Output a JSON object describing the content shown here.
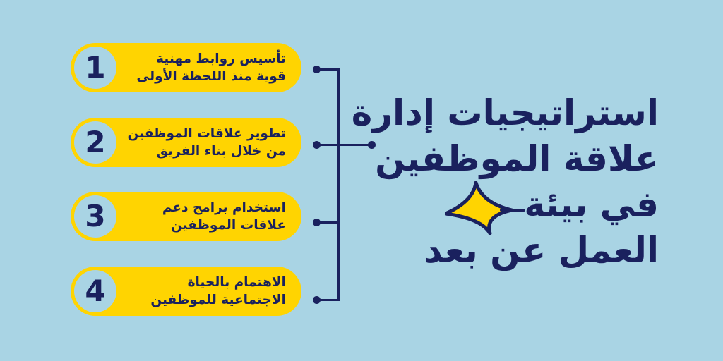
{
  "colors": {
    "background": "#A9D4E4",
    "accent_yellow": "#FFD401",
    "navy": "#1A215E"
  },
  "title": {
    "lines": [
      "استراتيجيات إدارة",
      "علاقة الموظفين",
      "في بيئة",
      "العمل عن بعد"
    ]
  },
  "steps": [
    {
      "number": "1",
      "lines": [
        "تأسيس روابط مهنية",
        "قوية منذ اللحظة الأولى"
      ]
    },
    {
      "number": "2",
      "lines": [
        "تطوير علاقات الموظفين",
        "من خلال بناء الفريق"
      ]
    },
    {
      "number": "3",
      "lines": [
        "استخدام برامج دعم",
        "علاقات الموظفين"
      ]
    },
    {
      "number": "4",
      "lines": [
        "الاهتمام بالحياة",
        "الاجتماعية للموظفين"
      ]
    }
  ],
  "icons": {
    "sparkle": "sparkle-star-icon"
  }
}
